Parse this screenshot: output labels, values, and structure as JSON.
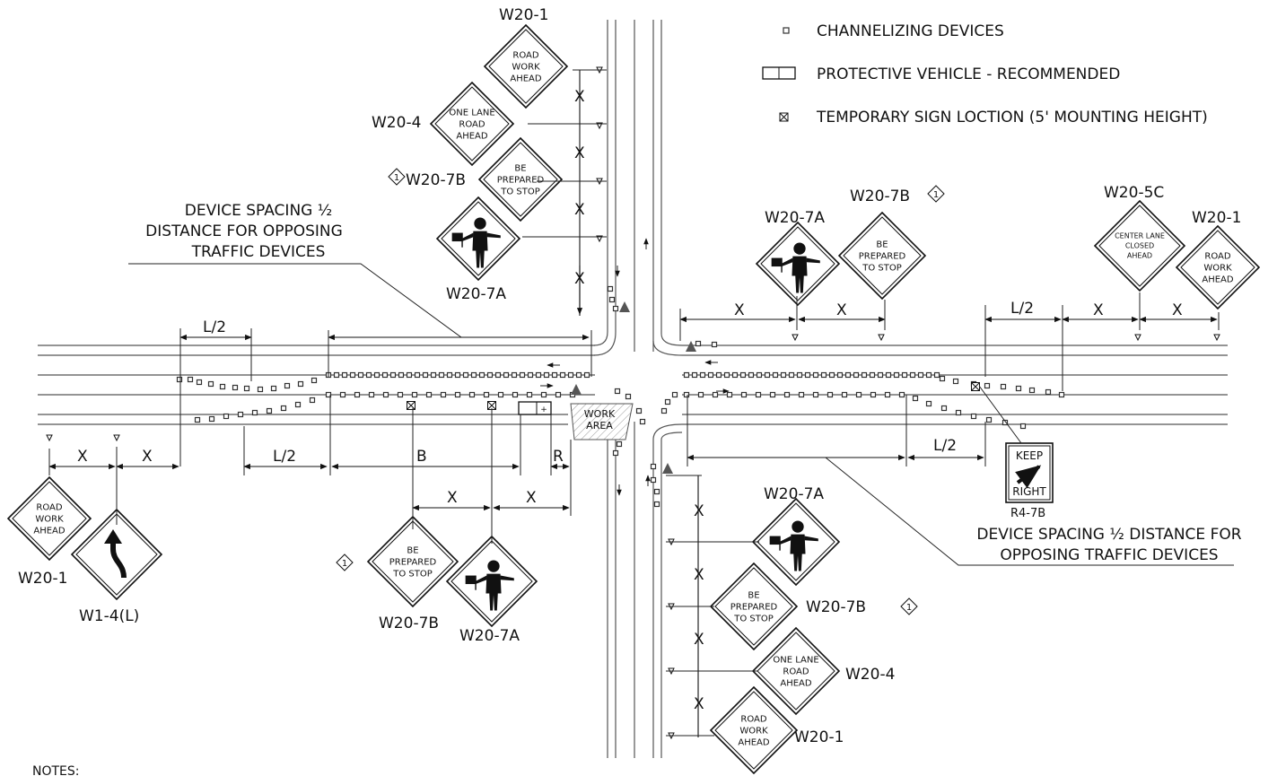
{
  "legend": {
    "channelizing": "CHANNELIZING DEVICES",
    "protective_vehicle": "PROTECTIVE VEHICLE - RECOMMENDED",
    "temp_sign": "TEMPORARY SIGN LOCTION (5' MOUNTING HEIGHT)"
  },
  "notes_heading": "NOTES:",
  "device_spacing_left": [
    "DEVICE SPACING ½",
    "DISTANCE FOR OPPOSING",
    "TRAFFIC DEVICES"
  ],
  "device_spacing_right": [
    "DEVICE SPACING ½ DISTANCE FOR",
    "OPPOSING TRAFFIC DEVICES"
  ],
  "work_area": [
    "WORK",
    "AREA"
  ],
  "dims": {
    "x": "X",
    "l2": "L/2",
    "b": "B",
    "r": "R"
  },
  "note_marker": "1",
  "codes": {
    "w20_1": "W20-1",
    "w20_4": "W20-4",
    "w20_7b": "W20-7B",
    "w20_7a": "W20-7A",
    "w20_5c": "W20-5C",
    "w1_4l": "W1-4(L)",
    "r4_7b": "R4-7B"
  },
  "signs": {
    "road_work_ahead": [
      "ROAD",
      "WORK",
      "AHEAD"
    ],
    "one_lane_road_ahead": [
      "ONE LANE",
      "ROAD",
      "AHEAD"
    ],
    "be_prepared": [
      "BE",
      "PREPARED",
      "TO STOP"
    ],
    "center_lane_closed": [
      "CENTER LANE",
      "CLOSED",
      "AHEAD"
    ],
    "keep_right": [
      "KEEP",
      "RIGHT"
    ]
  }
}
